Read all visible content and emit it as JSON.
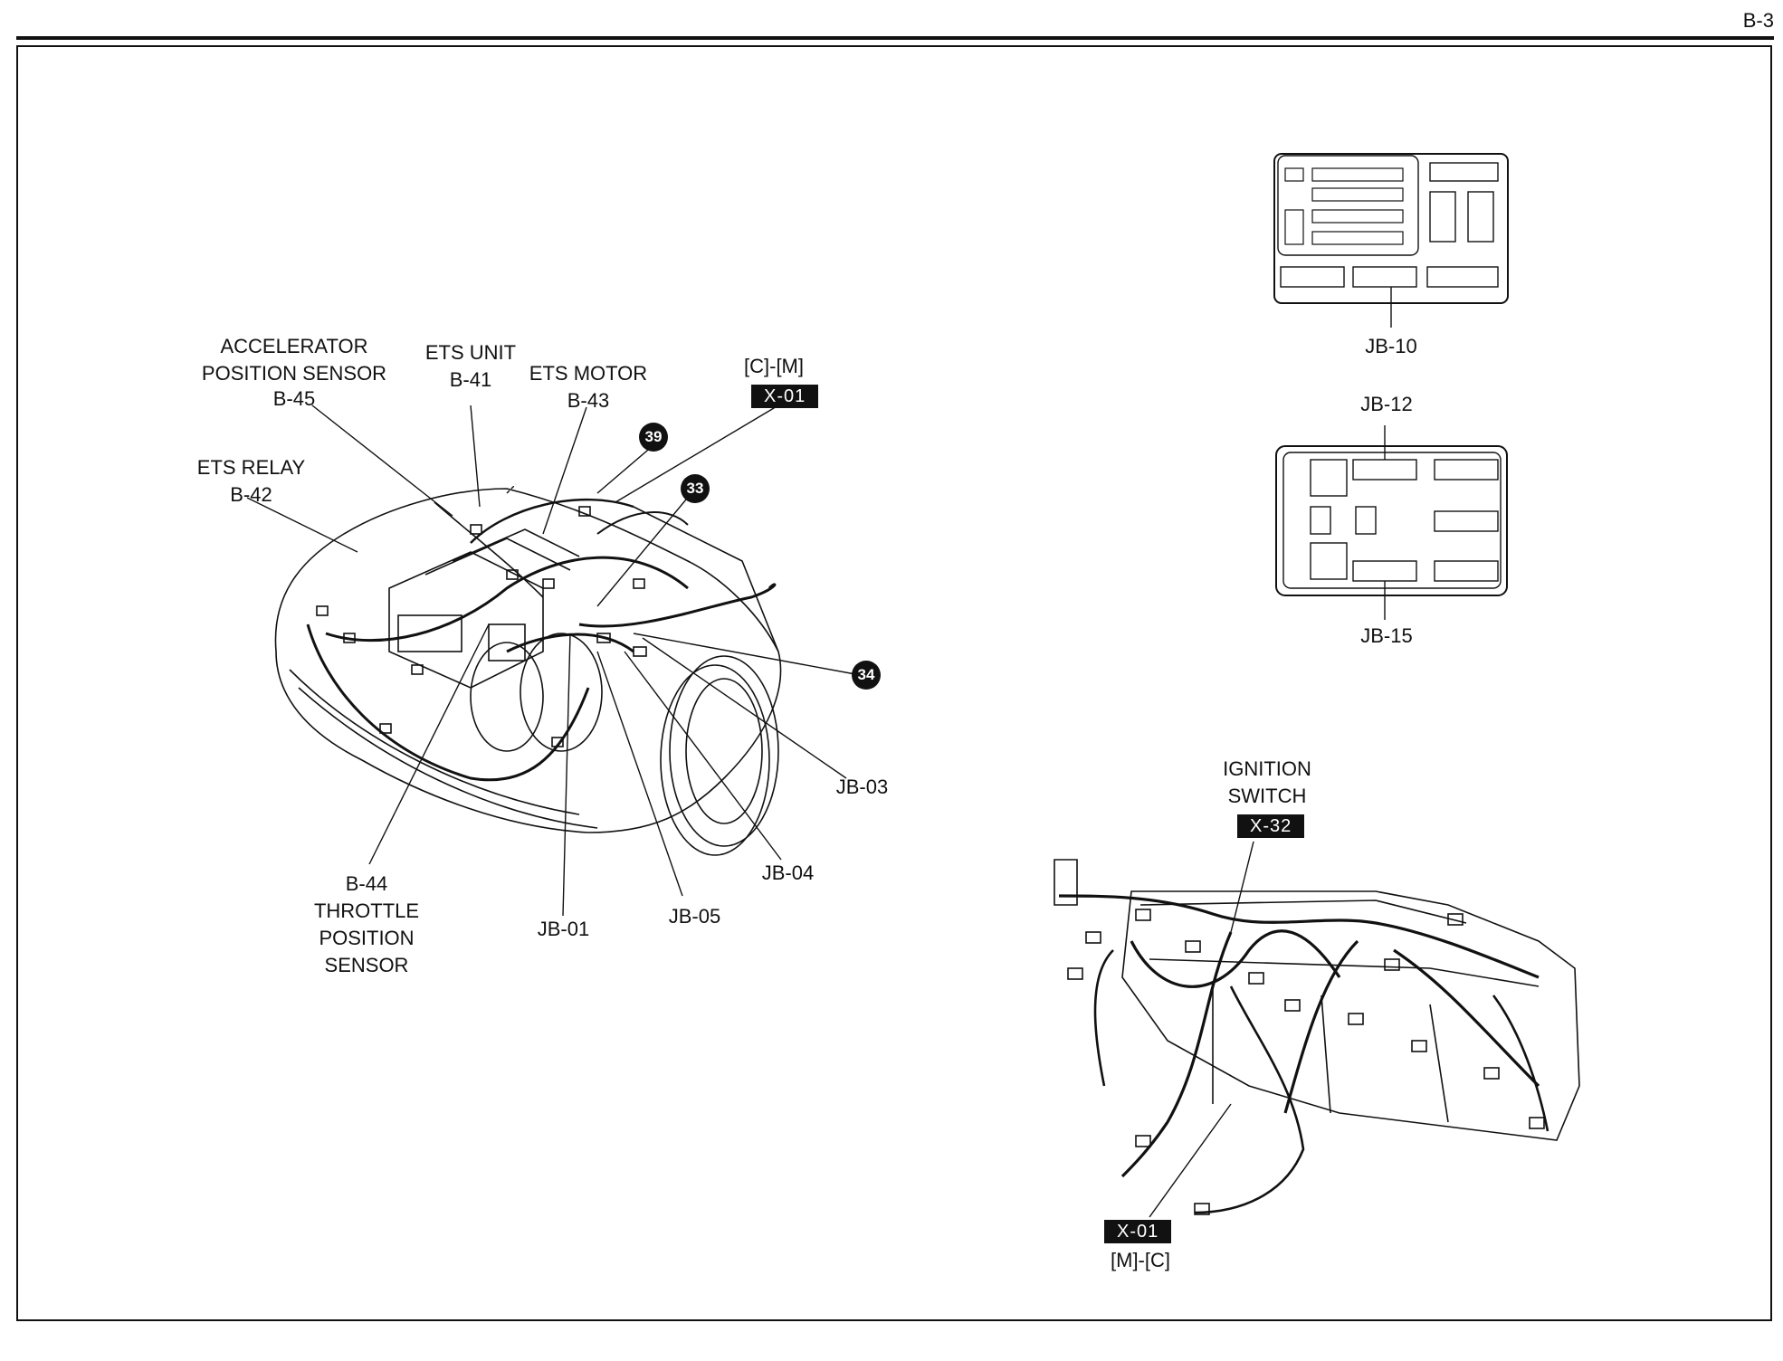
{
  "page": {
    "number": "B-3"
  },
  "engine_view": {
    "labels": {
      "accelerator": [
        "ACCELERATOR",
        "POSITION SENSOR",
        "B-45"
      ],
      "ets_unit": [
        "ETS UNIT",
        "B-41"
      ],
      "ets_motor": [
        "ETS MOTOR",
        "B-43"
      ],
      "ets_relay": [
        "ETS RELAY",
        "B-42"
      ],
      "connector_x01": {
        "route": "[C]-[M]",
        "code": "X-01"
      },
      "throttle": [
        "B-44",
        "THROTTLE",
        "POSITION",
        "SENSOR"
      ],
      "jb01": "JB-01",
      "jb05": "JB-05",
      "jb04": "JB-04",
      "jb03": "JB-03"
    },
    "badges": {
      "b39": "39",
      "b33": "33",
      "b34": "34"
    }
  },
  "junction_blocks": {
    "jb10": "JB-10",
    "jb12": "JB-12",
    "jb15": "JB-15"
  },
  "dash_view": {
    "ignition": {
      "line1": "IGNITION",
      "line2": "SWITCH",
      "code": "X-32"
    },
    "connector_x01": {
      "code": "X-01",
      "route": "[M]-[C]"
    }
  },
  "colors": {
    "ink": "#111111",
    "paper": "#ffffff"
  }
}
